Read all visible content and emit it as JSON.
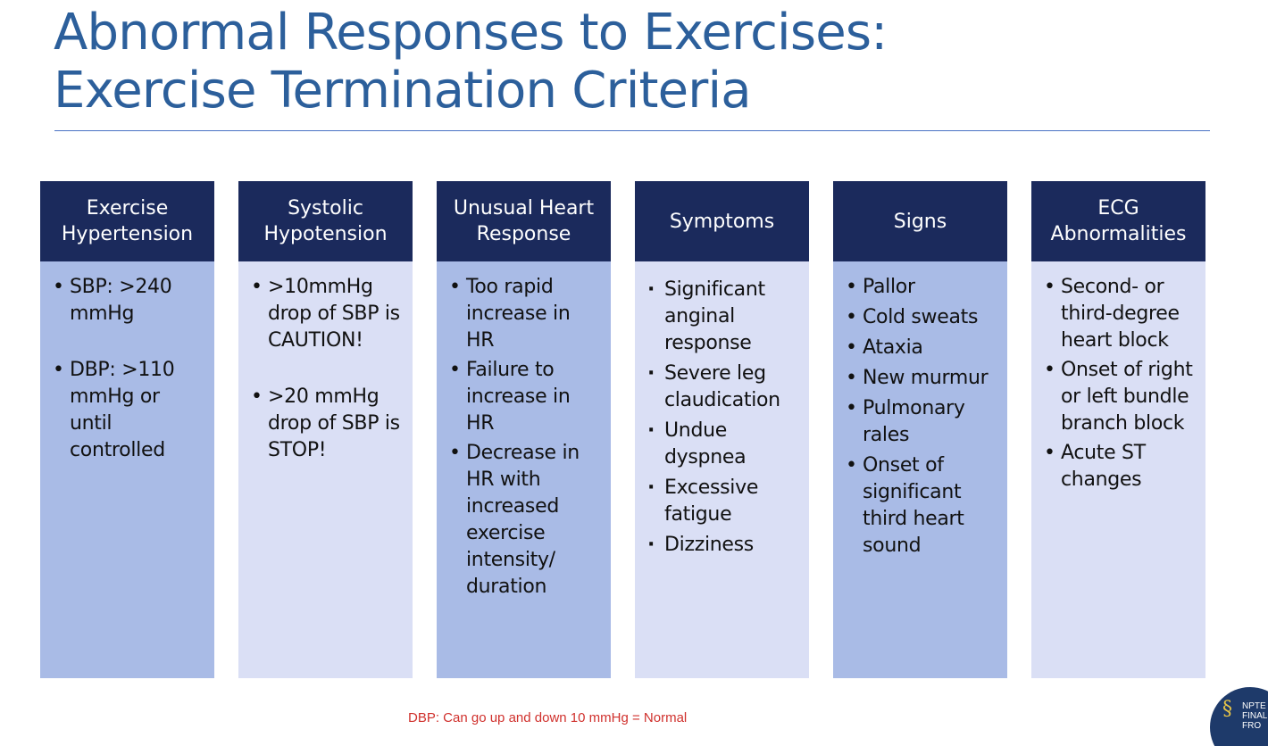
{
  "title": {
    "line1": "Abnormal Responses to Exercises:",
    "line2": "Exercise Termination Criteria"
  },
  "columns": [
    {
      "header": "Exercise Hypertension",
      "items": [
        "SBP: >240 mmHg",
        "DBP: >110 mmHg or until controlled"
      ]
    },
    {
      "header": "Systolic Hypotension",
      "items": [
        ">10mmHg drop of SBP is CAUTION!",
        ">20 mmHg drop of SBP is STOP!"
      ]
    },
    {
      "header": "Unusual Heart Response",
      "items": [
        "Too rapid increase in HR",
        "Failure to increase in HR",
        "Decrease in HR with increased exercise intensity/ duration"
      ]
    },
    {
      "header": "Symptoms",
      "items": [
        "Significant anginal response",
        "Severe leg claudication",
        "Undue dyspnea",
        "Excessive fatigue",
        "Dizziness"
      ]
    },
    {
      "header": "Signs",
      "items": [
        "Pallor",
        "Cold sweats",
        "Ataxia",
        "New murmur",
        "Pulmonary rales",
        "Onset of significant third heart sound"
      ]
    },
    {
      "header": "ECG Abnormalities",
      "items": [
        "Second- or third-degree heart block",
        "Onset of right or left bundle branch block",
        "Acute ST changes"
      ]
    }
  ],
  "footnote": "DBP: Can go up and down 10 mmHg = Normal",
  "logo": {
    "lines": [
      "NPTE",
      "FINAL",
      "FRO"
    ]
  },
  "colors": {
    "title": "#2C5F9B",
    "header_bg": "#1B2A5C",
    "body_dark": "#A9BBE6",
    "body_light": "#DADFF5",
    "footnote": "#D0312D"
  }
}
